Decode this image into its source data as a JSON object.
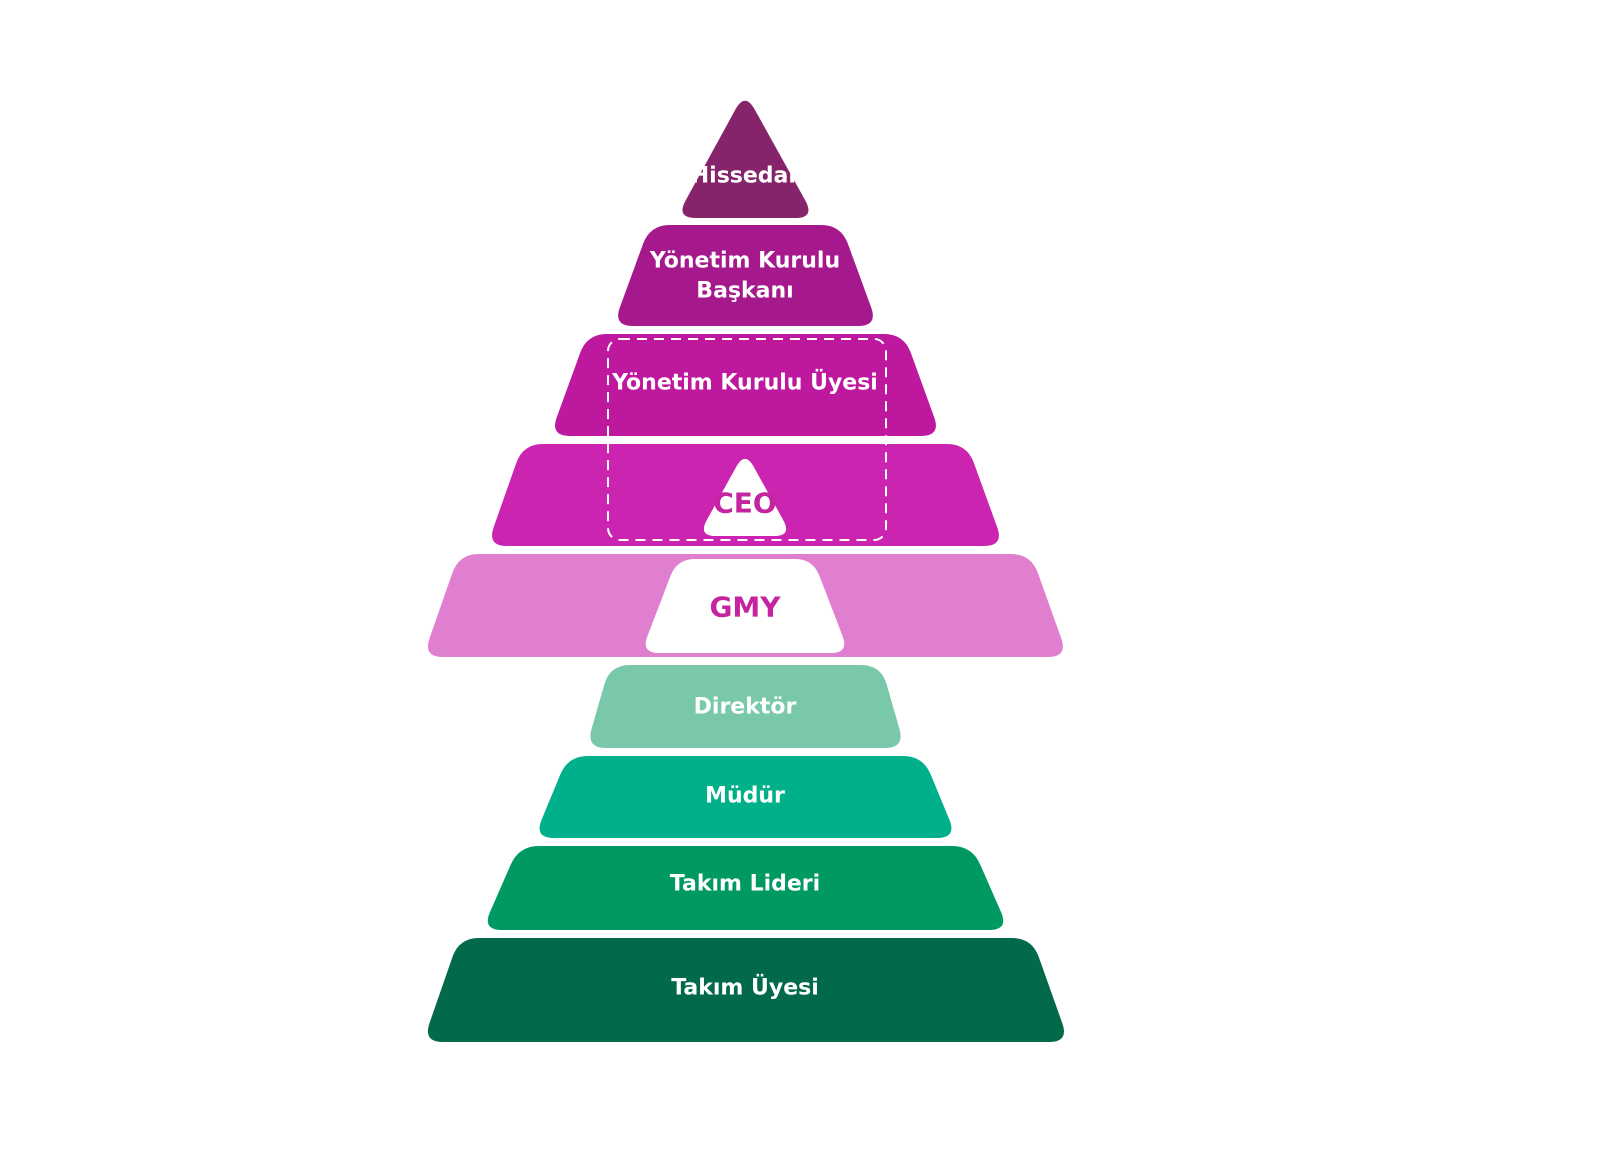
{
  "diagram": {
    "tiers": [
      {
        "id": "hissedar",
        "lines": [
          "Hissedar"
        ],
        "color": "#85246b"
      },
      {
        "id": "yk-baskani",
        "lines": [
          "Yönetim Kurulu",
          "Başkanı"
        ],
        "color": "#a5198c"
      },
      {
        "id": "yk-uyesi",
        "lines": [
          "Yönetim Kurulu Üyesi"
        ],
        "color": "#be189f"
      },
      {
        "id": "ceo-row",
        "lines": [],
        "color": "#cb24b0"
      },
      {
        "id": "gmy-row",
        "lines": [],
        "color": "#e07fd0"
      },
      {
        "id": "direktor",
        "lines": [
          "Direktör"
        ],
        "color": "#79c8aa"
      },
      {
        "id": "mudur",
        "lines": [
          "Müdür"
        ],
        "color": "#00b08a"
      },
      {
        "id": "takim-lideri",
        "lines": [
          "Takım Lideri"
        ],
        "color": "#009962"
      },
      {
        "id": "takim-uyesi",
        "lines": [
          "Takım Üyesi"
        ],
        "color": "#03694b"
      }
    ],
    "inner_shapes": [
      {
        "id": "ceo",
        "label": "CEO",
        "fill": "#ffffff",
        "text_color": "#c4249f"
      },
      {
        "id": "gmy",
        "label": "GMY",
        "fill": "#ffffff",
        "text_color": "#c4249f"
      }
    ],
    "dashed_group_color": "#ffffff"
  }
}
